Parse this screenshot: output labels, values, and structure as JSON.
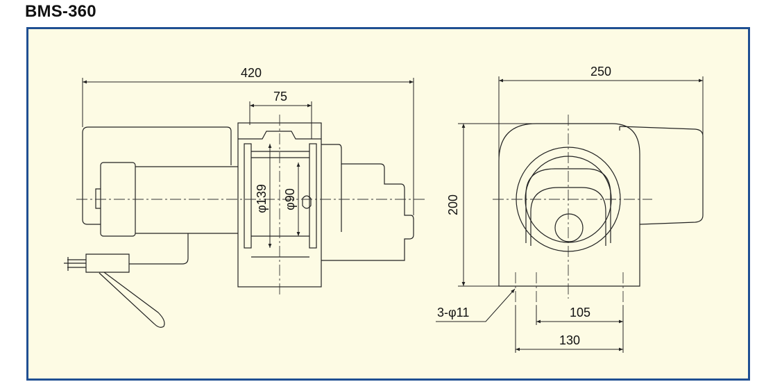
{
  "title": "BMS-360",
  "dimensions": {
    "overall_length": "420",
    "clamp_width": "75",
    "dia_outer": "φ139",
    "dia_inner": "φ90",
    "overall_width": "250",
    "height": "200",
    "holes": "3-φ11",
    "hole_span_inner": "105",
    "hole_span_outer": "130"
  },
  "colors": {
    "frame_border": "#1f4f92",
    "frame_fill": "#fdfbe4",
    "line": "#222222"
  }
}
